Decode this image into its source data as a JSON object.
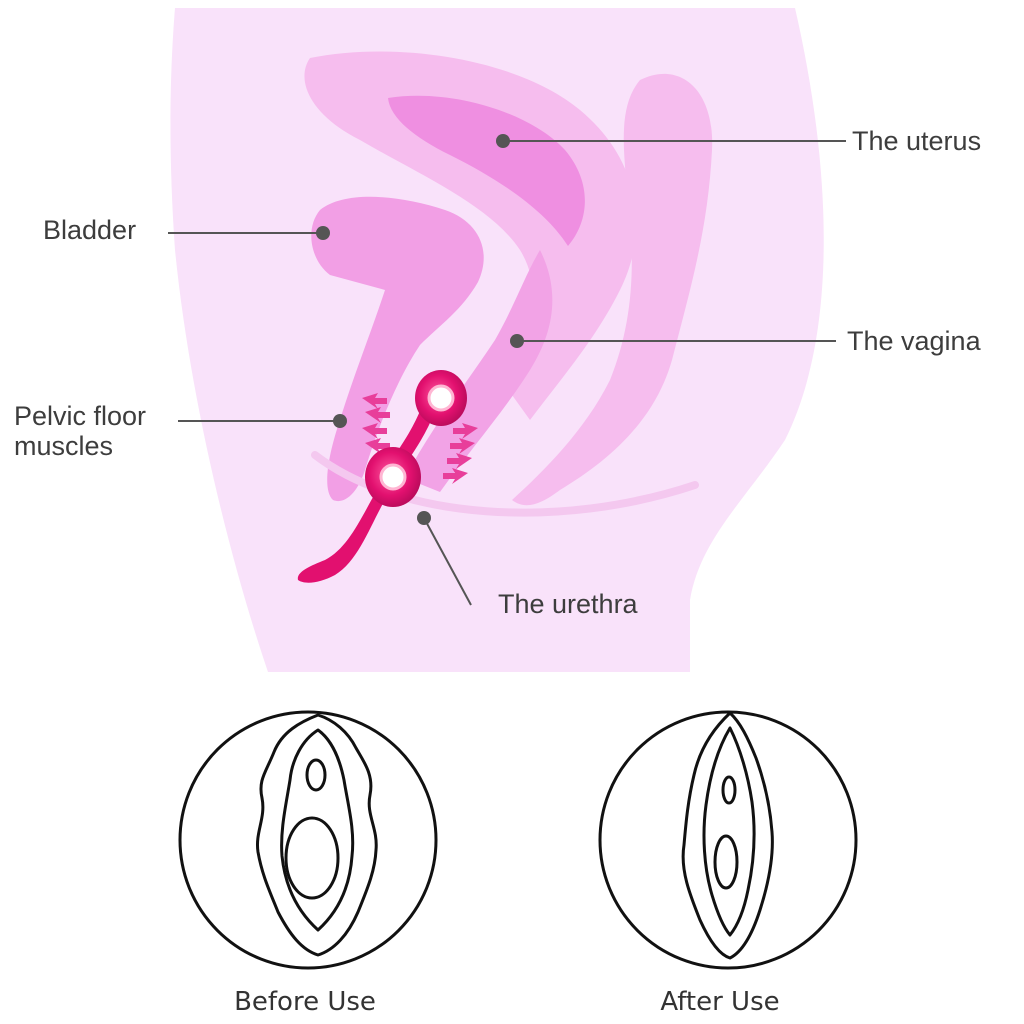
{
  "labels": {
    "uterus": "The uterus",
    "bladder": "Bladder",
    "vagina": "The vagina",
    "pelvic_line1": "Pelvic floor",
    "pelvic_line2": "muscles",
    "urethra": "The urethra"
  },
  "captions": {
    "before": "Before Use",
    "after": "After Use"
  },
  "colors": {
    "body_background": "#f9e2fa",
    "organ_light": "#f7c3ef",
    "organ_mid": "#f29fe5",
    "organ_deep": "#ec7fdb",
    "device": "#e2106f",
    "leader_line": "#555555"
  }
}
